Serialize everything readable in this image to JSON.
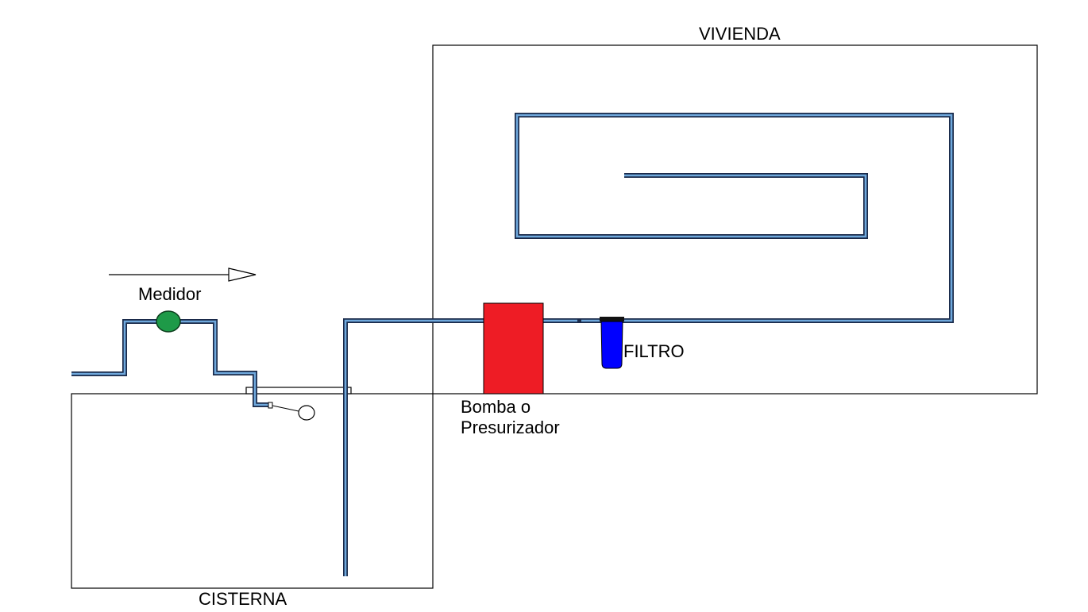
{
  "labels": {
    "vivienda": "VIVIENDA",
    "cisterna": "CISTERNA",
    "medidor": "Medidor",
    "filtro": "FILTRO",
    "bomba_line1": "Bomba o",
    "bomba_line2": "Presurizador"
  },
  "colors": {
    "outline": "#000000",
    "pipe_outer": "#1a2a4a",
    "pipe_inner": "#6fa8dc",
    "meter_fill": "#1e9a48",
    "pump_fill": "#ee1c25",
    "filter_fill": "#0000ff",
    "background": "#ffffff"
  },
  "icons": {
    "flow_direction": "arrow-right-icon",
    "meter": "water-meter-icon",
    "float_valve": "float-valve-icon",
    "pump": "pump-icon",
    "filter": "filter-cartridge-icon"
  }
}
